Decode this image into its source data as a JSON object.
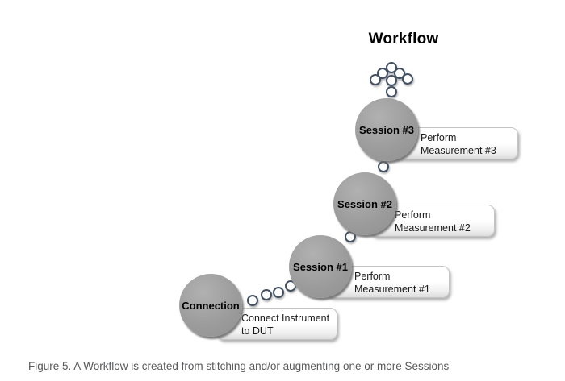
{
  "title": "Workflow",
  "caption": "Figure 5. A Workflow is created from stitching and/or augmenting one or more Sessions",
  "nodes": [
    {
      "id": "connection",
      "label": "Connection",
      "note": "Connect Instrument\nto DUT"
    },
    {
      "id": "session-1",
      "label": "Session #1",
      "note": "Perform\nMeasurement #1"
    },
    {
      "id": "session-2",
      "label": "Session #2",
      "note": "Perform\nMeasurement #2"
    },
    {
      "id": "session-3",
      "label": "Session #3",
      "note": "Perform\nMeasurement #3"
    }
  ],
  "colors": {
    "circle_fill": "#9c9c9c",
    "circle_highlight": "#b1b1b1",
    "circle_shadow": "#696969",
    "dot_border": "#425062",
    "note_border": "#c4c4c4",
    "note_fill_top": "#ffffff",
    "note_fill_bottom": "#dcdcdc",
    "title_text": "#000000",
    "caption_text": "#58595b"
  }
}
